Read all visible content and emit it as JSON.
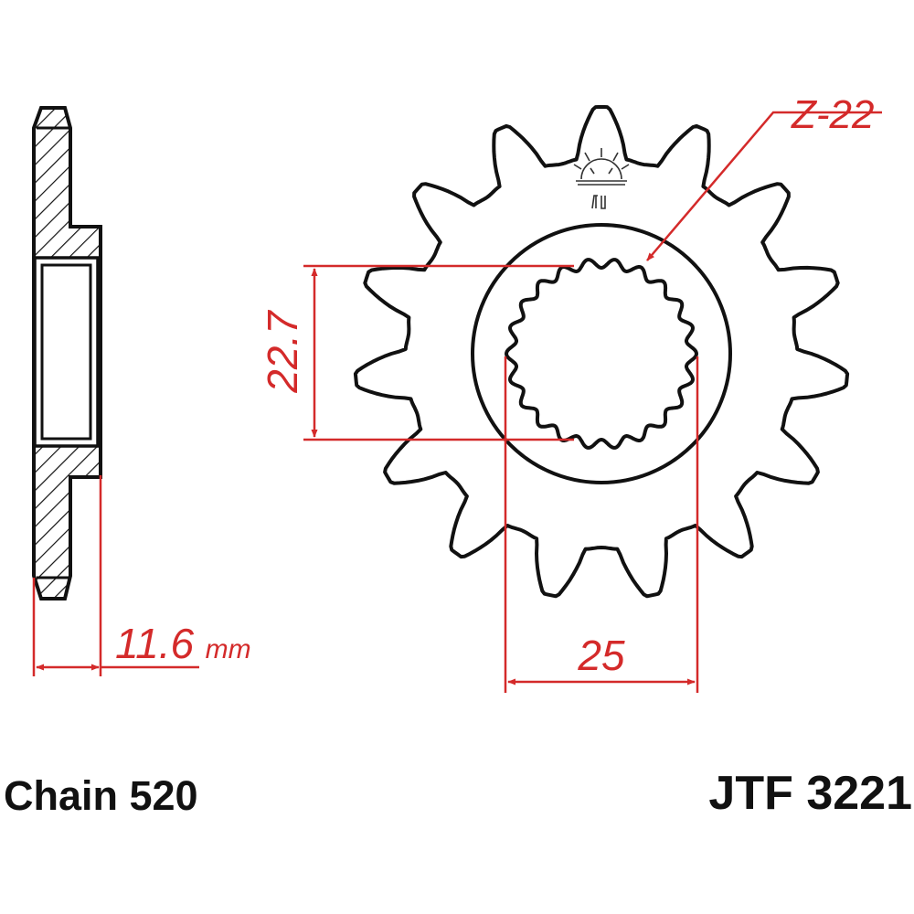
{
  "dimensions": {
    "splines": "Z-22",
    "inner_height": "22.7",
    "inner_width": "25",
    "thickness_value": "11.6",
    "thickness_unit": "mm"
  },
  "specs": {
    "chain": "Chain 520",
    "part_number": "JTF 3221"
  },
  "drawing": {
    "teeth": 15,
    "outline_color": "#111111",
    "dimension_color": "#d42a2a"
  }
}
